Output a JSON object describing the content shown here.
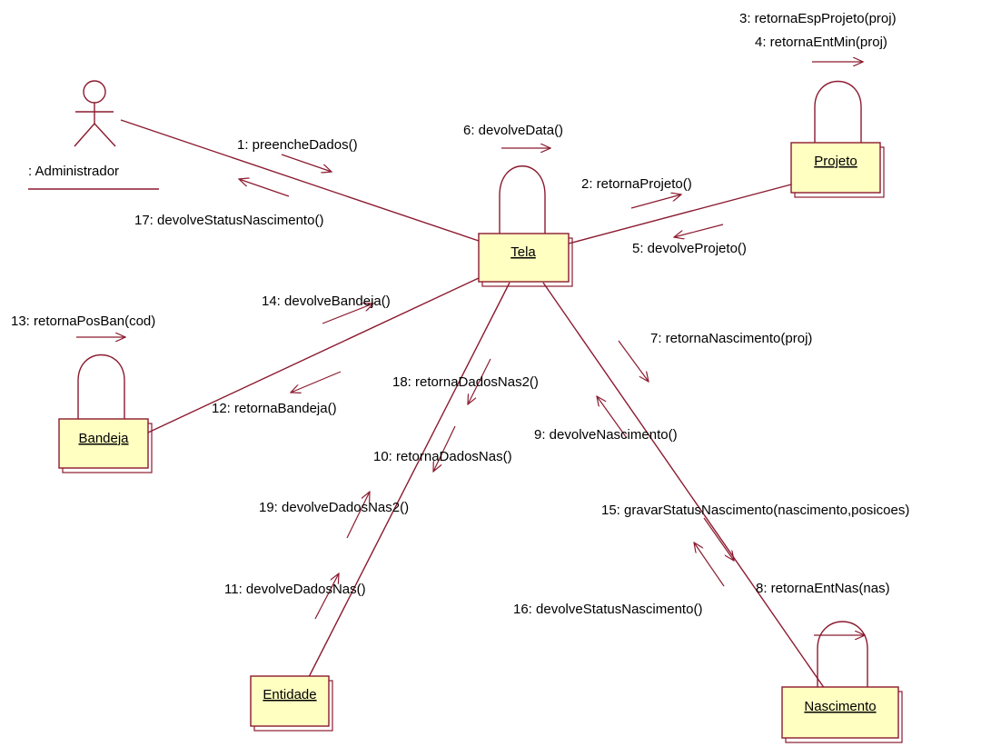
{
  "colors": {
    "line": "#8b1a2f",
    "box_fill": "#ffffc2",
    "text": "#000000"
  },
  "actor": {
    "name": ": Administrador"
  },
  "objects": {
    "tela": "Tela",
    "projeto": "Projeto",
    "bandeja": "Bandeja",
    "entidade": "Entidade",
    "nascimento": "Nascimento"
  },
  "messages": {
    "m1": "1: preencheDados()",
    "m2": "2: retornaProjeto()",
    "m3": "3: retornaEspProjeto(proj)",
    "m4": "4: retornaEntMin(proj)",
    "m5": "5: devolveProjeto()",
    "m6": "6: devolveData()",
    "m7": "7: retornaNascimento(proj)",
    "m8": "8: retornaEntNas(nas)",
    "m9": "9: devolveNascimento()",
    "m10": "10: retornaDadosNas()",
    "m11": "11: devolveDadosNas()",
    "m12": "12: retornaBandeja()",
    "m13": "13: retornaPosBan(cod)",
    "m14": "14: devolveBandeja()",
    "m15": "15: gravarStatusNascimento(nascimento,posicoes)",
    "m16": "16: devolveStatusNascimento()",
    "m17": "17: devolveStatusNascimento()",
    "m18": "18: retornaDadosNas2()",
    "m19": "19: devolveDadosNas2()"
  }
}
